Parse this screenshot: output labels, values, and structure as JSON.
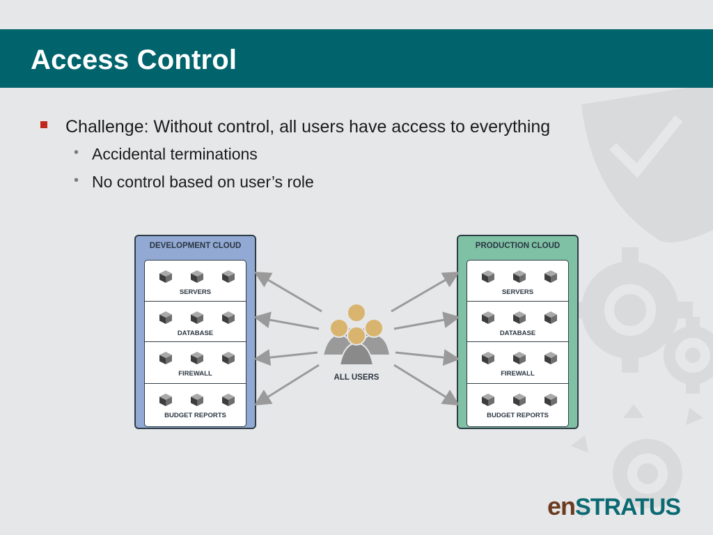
{
  "slide": {
    "title": "Access Control"
  },
  "bullets": {
    "main": "Challenge: Without control, all users have access to everything",
    "sub": [
      "Accidental terminations",
      "No control based on user’s role"
    ]
  },
  "diagram": {
    "dev_cloud": {
      "title": "DEVELOPMENT CLOUD",
      "rows": [
        "SERVERS",
        "DATABASE",
        "FIREWALL",
        "BUDGET REPORTS"
      ],
      "color": "#91a9d3"
    },
    "prod_cloud": {
      "title": "PRODUCTION CLOUD",
      "rows": [
        "SERVERS",
        "DATABASE",
        "FIREWALL",
        "BUDGET REPORTS"
      ],
      "color": "#7fc1a5"
    },
    "users_label": "ALL USERS"
  },
  "logo": {
    "part1": "en",
    "part2": "STRATUS",
    "colors": {
      "part1": "#6b3a1f",
      "part2": "#0a6a72"
    }
  },
  "theme": {
    "title_bar": "#01636b",
    "bullet_mark": "#c0281c"
  }
}
